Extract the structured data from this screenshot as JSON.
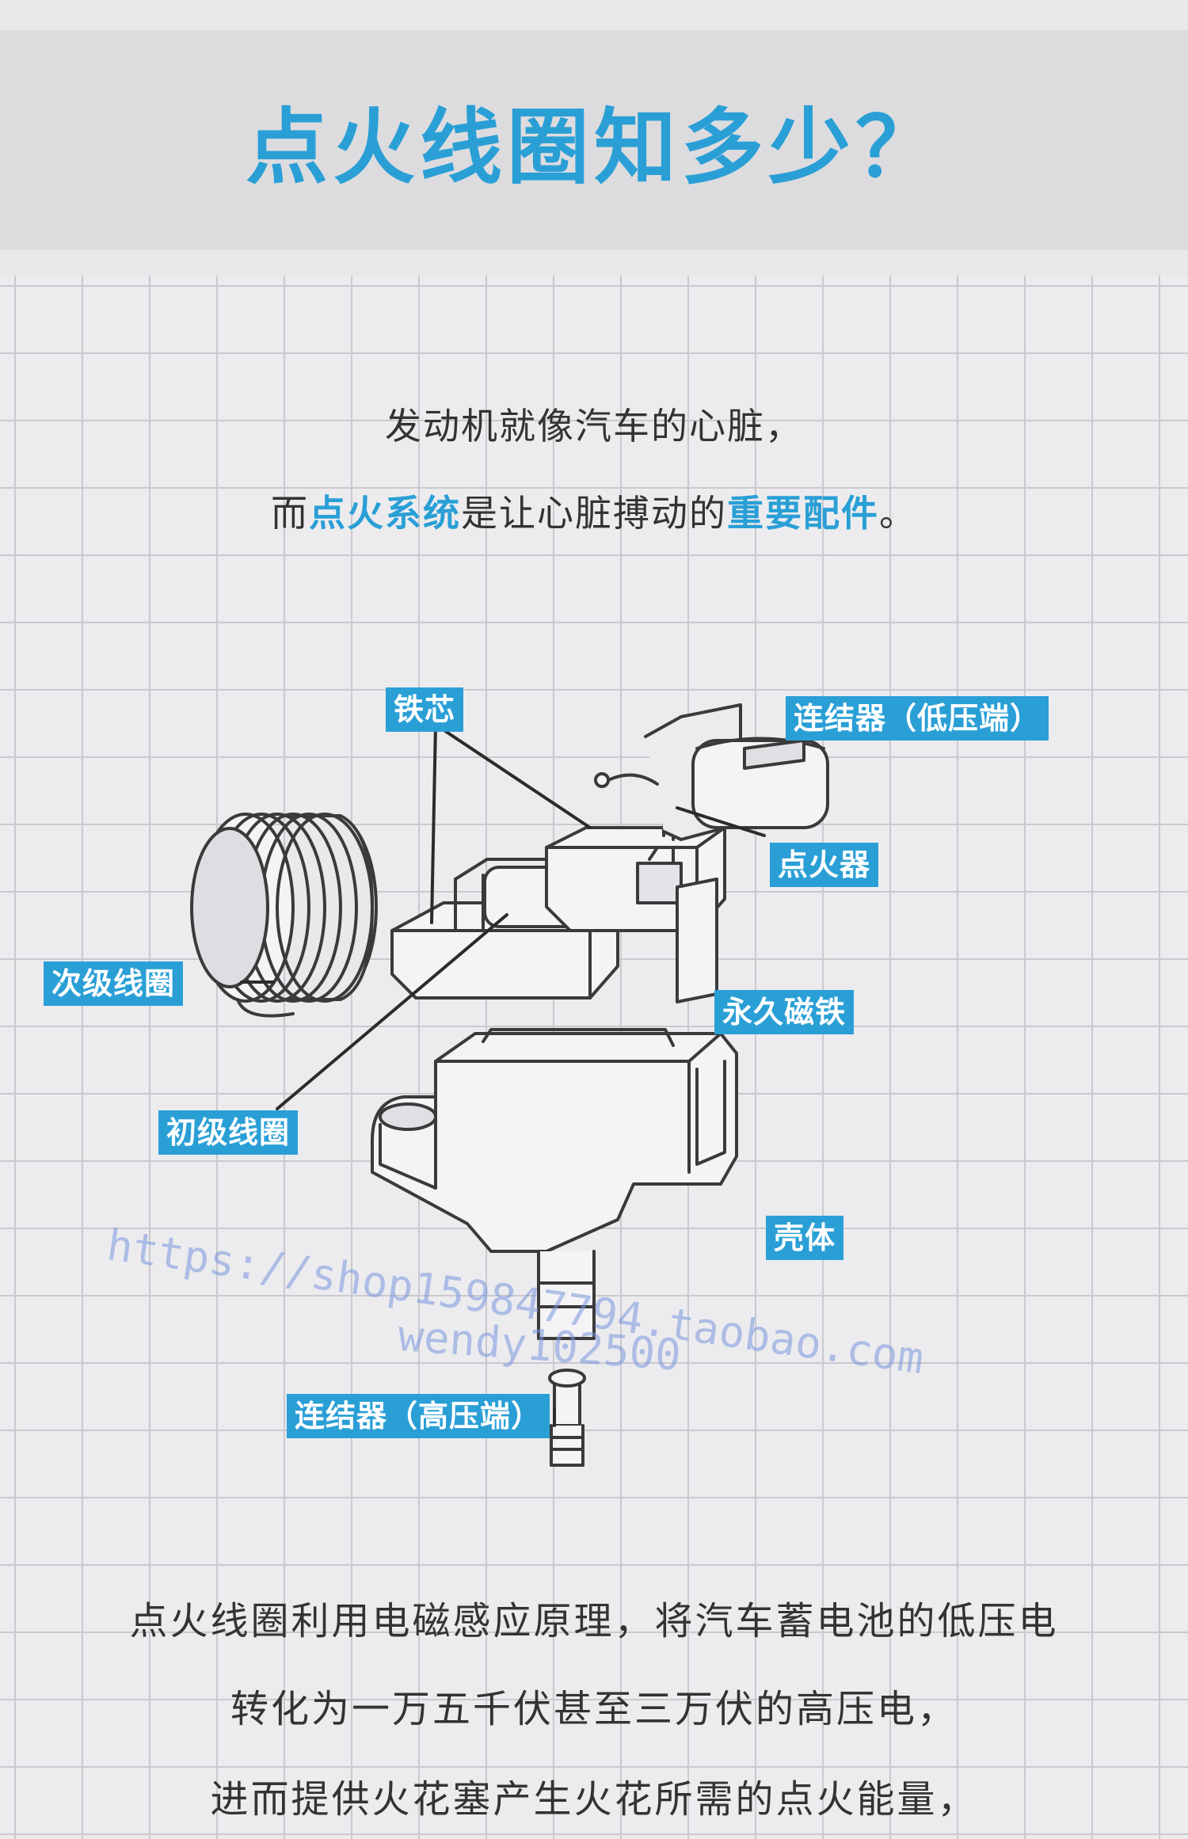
{
  "header": {
    "title": "点火线圈知多少？"
  },
  "intro": {
    "line1": "发动机就像汽车的心脏，",
    "line2_prefix": "而",
    "line2_highlight1": "点火系统",
    "line2_middle": "是让心脏搏动的",
    "line2_highlight2": "重要配件",
    "line2_suffix": "。"
  },
  "labels": {
    "iron_core": "铁芯",
    "connector_low": "连结器（低压端）",
    "igniter": "点火器",
    "secondary_coil": "次级线圈",
    "permanent_magnet": "永久磁铁",
    "primary_coil": "初级线圈",
    "housing": "壳体",
    "connector_high": "连结器（高压端）"
  },
  "watermark": {
    "url": "https://shop159847794.taobao.com",
    "user": "wendy102500"
  },
  "body": {
    "line1": "点火线圈利用电磁感应原理，将汽车蓄电池的低压电",
    "line2": "转化为一万五千伏甚至三万伏的高压电，",
    "line3": "进而提供火花塞产生火花所需的点火能量，"
  },
  "colors": {
    "accent": "#2a9fd6",
    "text": "#333333"
  }
}
